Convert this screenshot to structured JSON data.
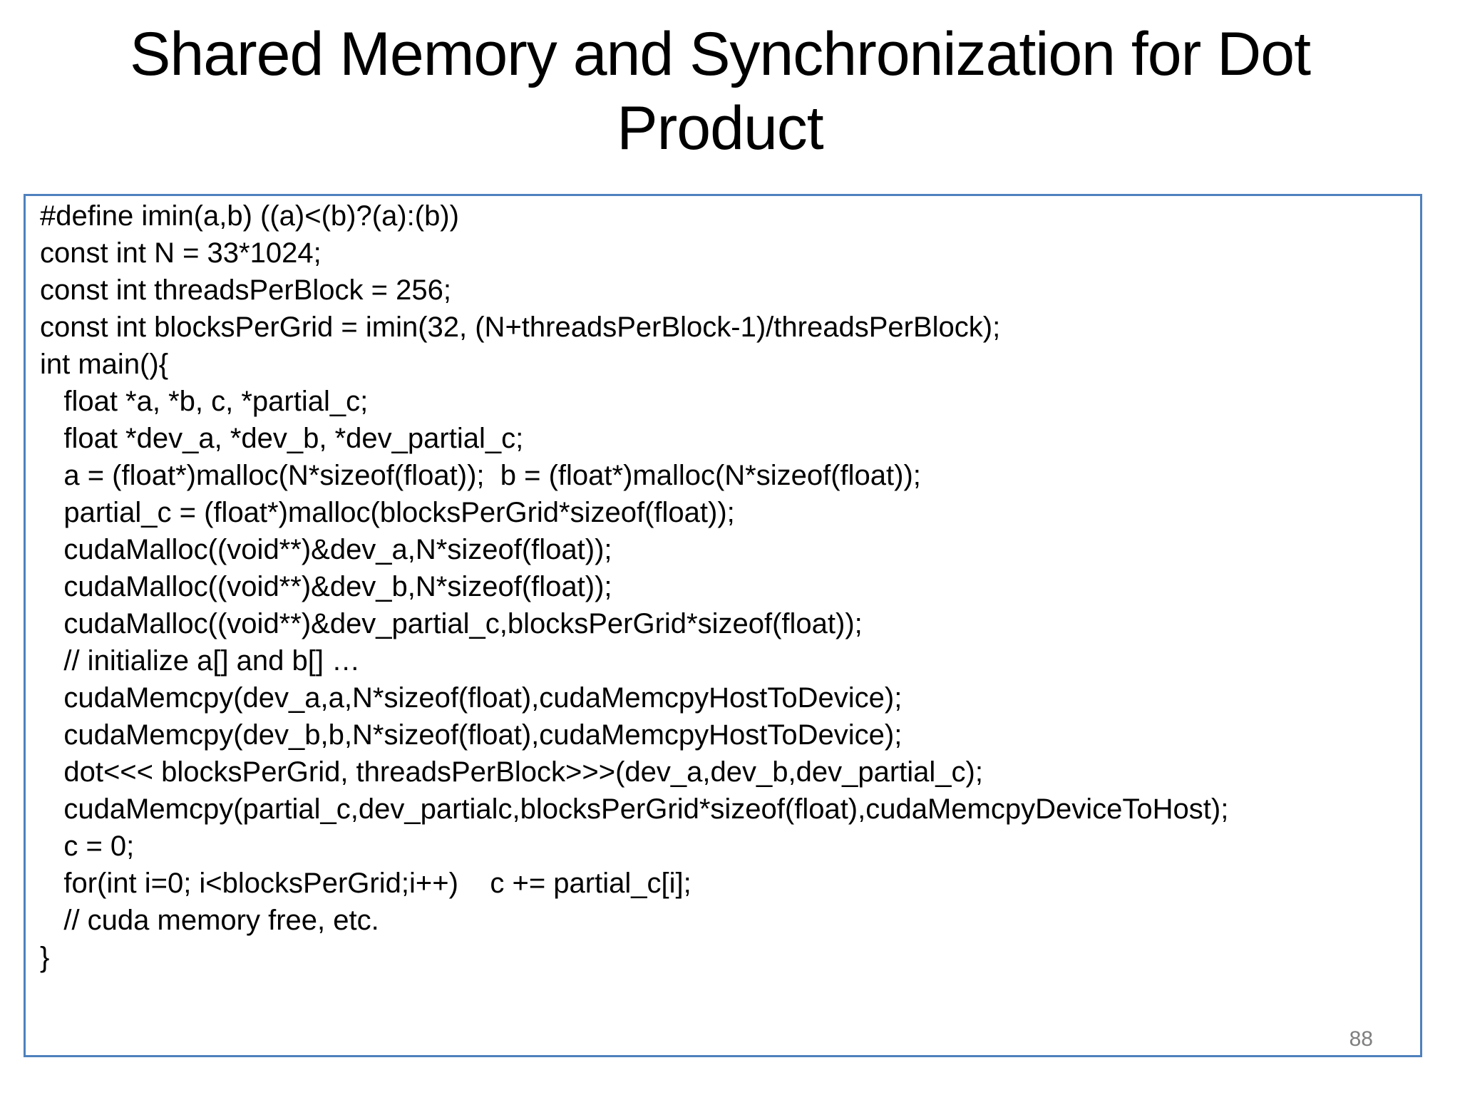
{
  "title": {
    "line1": "Shared Memory and Synchronization for Dot",
    "line2": "Product"
  },
  "page_number": "88",
  "colors": {
    "box_border": "#4f81bd",
    "page_number_gray": "#7f7f7f",
    "text": "#000000",
    "background": "#ffffff"
  },
  "code": {
    "lines": [
      "#define imin(a,b) ((a)<(b)?(a):(b))",
      "const int N = 33*1024;",
      "const int threadsPerBlock = 256;",
      "const int blocksPerGrid = imin(32, (N+threadsPerBlock-1)/threadsPerBlock);",
      "int main(){",
      "   float *a, *b, c, *partial_c;",
      "   float *dev_a, *dev_b, *dev_partial_c;",
      "   a = (float*)malloc(N*sizeof(float));  b = (float*)malloc(N*sizeof(float));",
      "   partial_c = (float*)malloc(blocksPerGrid*sizeof(float));",
      "   cudaMalloc((void**)&dev_a,N*sizeof(float));",
      "   cudaMalloc((void**)&dev_b,N*sizeof(float));",
      "   cudaMalloc((void**)&dev_partial_c,blocksPerGrid*sizeof(float));",
      "   // initialize a[] and b[] …",
      "   cudaMemcpy(dev_a,a,N*sizeof(float),cudaMemcpyHostToDevice);",
      "   cudaMemcpy(dev_b,b,N*sizeof(float),cudaMemcpyHostToDevice);",
      "   dot<<< blocksPerGrid, threadsPerBlock>>>(dev_a,dev_b,dev_partial_c);",
      "   cudaMemcpy(partial_c,dev_partialc,blocksPerGrid*sizeof(float),cudaMemcpyDeviceToHost);",
      "   c = 0;",
      "   for(int i=0; i<blocksPerGrid;i++)    c += partial_c[i];",
      "   // cuda memory free, etc.",
      "}"
    ]
  }
}
